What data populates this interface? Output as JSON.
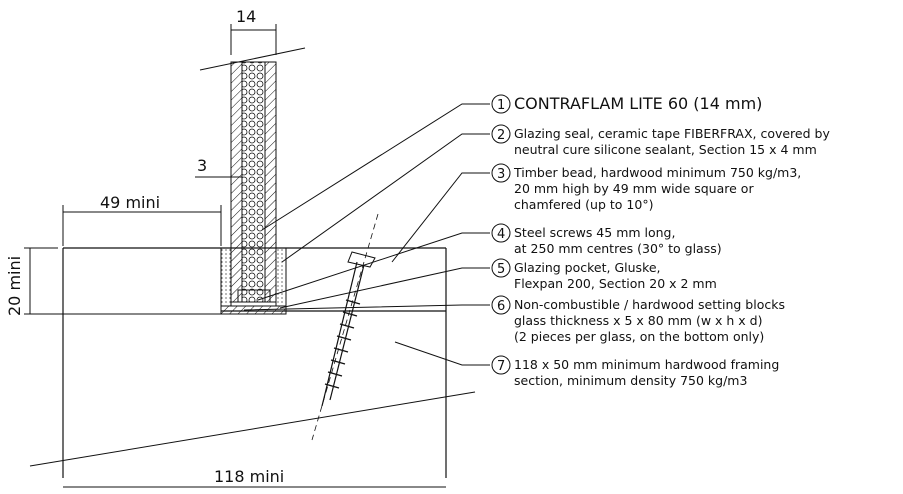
{
  "dimensions": {
    "glass_width": "14",
    "gap_3": "3",
    "bead_offset": "49 mini",
    "pocket_depth": "20 mini",
    "frame_width": "118 mini"
  },
  "callouts": [
    {
      "num": "1",
      "lines": [
        "CONTRAFLAM LITE 60 (14 mm)"
      ]
    },
    {
      "num": "2",
      "lines": [
        "Glazing seal, ceramic tape FIBERFRAX, covered by",
        "neutral cure silicone sealant, Section 15 x 4 mm"
      ]
    },
    {
      "num": "3",
      "lines": [
        "Timber bead, hardwood minimum 750 kg/m3,",
        "20 mm high by 49 mm wide square or",
        "chamfered (up to 10°)"
      ]
    },
    {
      "num": "4",
      "lines": [
        "Steel screws 45 mm long,",
        "at 250 mm centres (30° to glass)"
      ]
    },
    {
      "num": "5",
      "lines": [
        "Glazing pocket, Gluske,",
        "Flexpan 200, Section 20 x 2 mm"
      ]
    },
    {
      "num": "6",
      "lines": [
        "Non-combustible / hardwood setting blocks",
        "glass thickness x 5 x 80 mm (w x h x d)",
        "(2 pieces per glass, on the bottom only)"
      ]
    },
    {
      "num": "7",
      "lines": [
        "118 x 50 mm minimum hardwood framing",
        "section, minimum density 750 kg/m3"
      ]
    }
  ],
  "colors": {
    "line": "#111111",
    "background": "#ffffff"
  }
}
